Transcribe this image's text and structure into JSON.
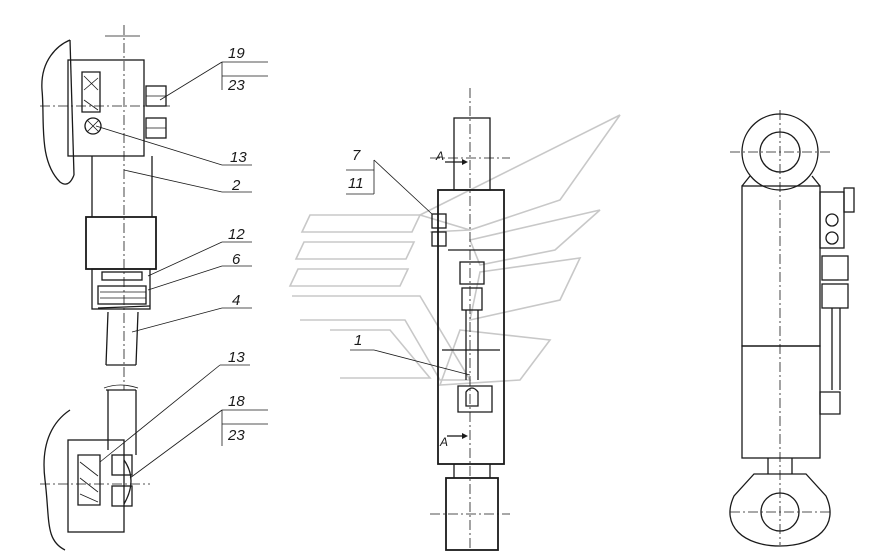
{
  "callouts": {
    "top_19": "19",
    "top_23": "23",
    "left_13a": "13",
    "left_2": "2",
    "left_12": "12",
    "left_6": "6",
    "left_4": "4",
    "left_13b": "13",
    "bottom_18": "18",
    "bottom_23": "23",
    "mid_7": "7",
    "mid_11": "11",
    "mid_1": "1",
    "section_a_top": "A",
    "section_a_bottom": "A"
  },
  "watermark_icon": "stylized-truck-logo",
  "colors": {
    "line": "#1a1a1a",
    "watermark": "#c8c8c8",
    "background": "#ffffff"
  }
}
